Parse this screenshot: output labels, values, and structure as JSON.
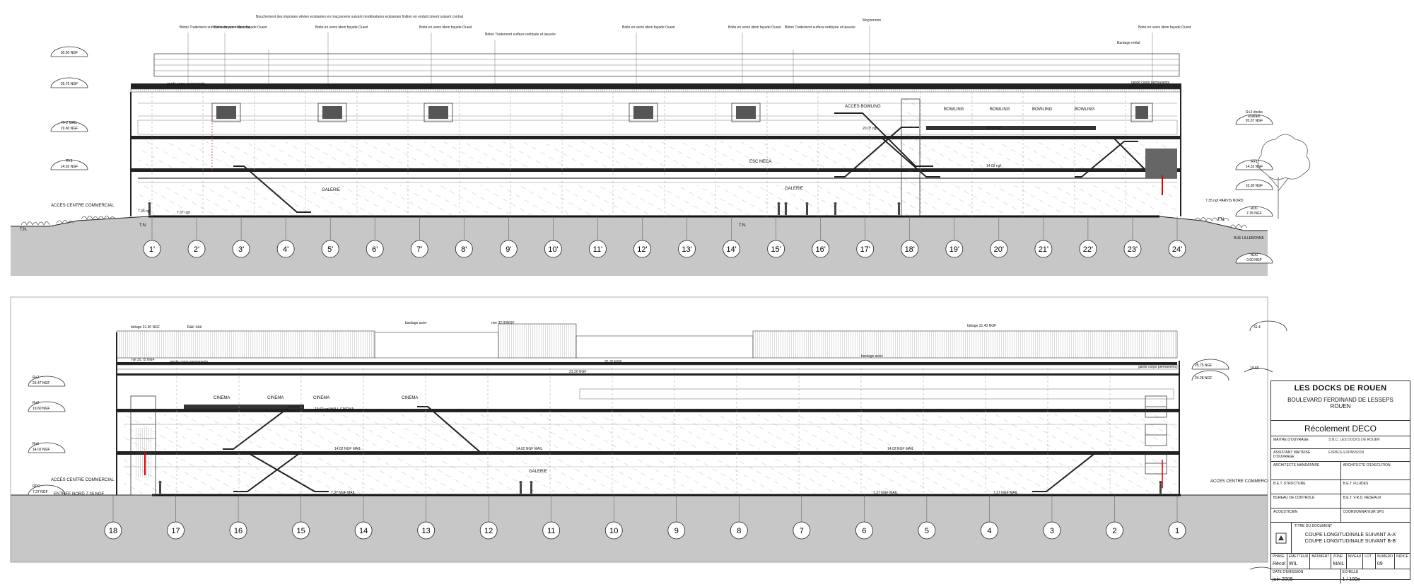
{
  "sectionA": {
    "levels": [
      {
        "label": "30.50 NGF"
      },
      {
        "label": "25.75 NGF"
      },
      {
        "label": "R+2 MAIL",
        "sub": "19.60 NGF"
      },
      {
        "label": "R+1",
        "sub": "14.02 NGF"
      }
    ],
    "right_levels": [
      {
        "label": "R+2 docks",
        "sub": "existant",
        "sub2": "20.07 NGF"
      },
      {
        "label": "R+1",
        "sub": "14.32 NGF"
      },
      {
        "label": "10.30 NGF"
      },
      {
        "label": "RDC",
        "sub": "7.35 NGF"
      },
      {
        "label": "RDC",
        "sub": "0.00 NGF"
      }
    ],
    "top_notes": [
      {
        "text": "Béton Traitement surface nettoyée et lasurée"
      },
      {
        "text": "Boite en verre idem façade Ouest"
      },
      {
        "text": "Bouchement des impostes vitrées existantes en maçonnerie suivant modénatures existantes finition en enduit ciment suivant contrat"
      },
      {
        "text": "Boite en verre idem façade Ouest"
      },
      {
        "text": "Boite en verre idem façade Ouest"
      },
      {
        "text": "Béton Traitement surface nettoyée et lasurée"
      },
      {
        "text": "Boite en verre idem façade Ouest"
      },
      {
        "text": "Boite en verre idem façade Ouest"
      },
      {
        "text": "Béton Traitement surface nettoyée et lasurée"
      },
      {
        "text": "Maçonnerie"
      },
      {
        "text": "Boite en verre idem façade Ouest"
      },
      {
        "text": "Bardage métal"
      }
    ],
    "labels": {
      "acces": "ACCES CENTRE COMMERCIAL",
      "tn_left": "T.N.",
      "tn_mid1": "T.N.",
      "tn_mid2": "T.N.",
      "tn_right": "T.N.",
      "galerie1": "GALERIE",
      "galerie2": "GALERIE",
      "esc_meca": "ESC MECA",
      "bowling_main": "BOWLING",
      "bowling": "BOWLING",
      "acces_bowling": "ACCES BOWLING",
      "level_2007": "20.07 ngf",
      "level_1960": "19.60 ngf",
      "level_1402": "14.02 ngf",
      "parvis": "7.35 ngf PARVIS NORD",
      "rue": "RUE LILLEBONNE",
      "gardecorps": "garde corps permanents",
      "gardecorps2": "garde corps permanents",
      "level_735": "7.35 ngf",
      "level_737": "7.37 ngf"
    },
    "grid": [
      "1'",
      "2'",
      "3'",
      "4'",
      "5'",
      "6'",
      "7'",
      "8'",
      "9'",
      "10'",
      "11'",
      "12'",
      "13'",
      "14'",
      "15'",
      "16'",
      "17'",
      "18'",
      "19'",
      "20'",
      "21'",
      "22'",
      "23'",
      "24'"
    ]
  },
  "sectionB": {
    "levels": [
      {
        "label": "R+2",
        "sub": "23.47 NGF"
      },
      {
        "label": "R+2",
        "sub": "19.60 NGF"
      },
      {
        "label": "R+1",
        "sub": "14.02 NGF"
      },
      {
        "label": "RDC",
        "sub": "7.37 NGF"
      }
    ],
    "right_levels": [
      {
        "label": "31.4"
      },
      {
        "label": "25.75 NGF"
      },
      {
        "label": "24.28 NGF"
      },
      {
        "label": "19.60"
      }
    ],
    "labels": {
      "faitage_l": "faîtage 31.40 NGF",
      "bac_sec": "bac sec",
      "bardage_acier": "bardage acier",
      "rive": "rive 32.00NGF",
      "faitage_r": "faîtage 31.40 NGF",
      "bardage_acier2": "bardage acier",
      "level_2575": "hsf 25.75 NGF",
      "gardecorps": "garde corps permanents",
      "gardecorps2": "garde corps permanents",
      "level_2535": "25.35 NGF",
      "level_2320": "23.20 NGF",
      "cinema": "CINEMA",
      "hall_cinema": "19.60 ngf HALL CINEMA",
      "mail_1402": "14.02 NGF MAIL",
      "mail_1402b": "14.02 NGF MAIL",
      "mail_1402c": "14.02 NGF MAIL",
      "mail_737a": "7.37 NGF MAIL",
      "mail_737b": "7.37 NGF MAIL",
      "mail_737c": "7.37 NGF MAIL",
      "galerie": "GALERIE",
      "acces_left": "ACCES CENTRE COMMERCIAL",
      "entree_nord": "ENTREE NORD 7.35 NGF",
      "acces_right": "ACCES CENTRE COMMERCI"
    },
    "grid": [
      "18",
      "17",
      "16",
      "15",
      "14",
      "13",
      "12",
      "11",
      "10",
      "9",
      "8",
      "7",
      "6",
      "5",
      "4",
      "3",
      "2",
      "1"
    ]
  },
  "title_block": {
    "project": "LES DOCKS DE ROUEN",
    "address": "BOULEVARD FERDINAND DE LESSEPS",
    "city": "ROUEN",
    "phase": "Récolement DECO",
    "maitre_ouvrage_label": "MAITRE D'OUVRAGE",
    "maitre_ouvrage": "S.N.C. LES DOCKS DE ROUEN",
    "assistant_label": "ASSISTANT MAITRISE D'OUVRAGE",
    "assistant": "ESPACE EXPANSION",
    "architecte_label": "ARCHITECTE MANDATAIRE",
    "architecte_exec_label": "ARCHITECTE D'EXECUTION",
    "bet_structure_label": "B.E.T. STRUCTURE",
    "bet_fluides_label": "B.E.T. FLUIDES",
    "bureau_label": "BUREAU DE CONTROLE",
    "bet_vrd_label": "B.E.T. V.R.D. RESEAUX",
    "acoustique_label": "ACOUSTICIEN",
    "coord_label": "COORDONNATEUR SPS",
    "titre_label": "TITRE DU DOCUMENT",
    "titre1": "COUPE LONGITUDINALE SUIVANT A-A'",
    "titre2": "COUPE LONGITUDINALE SUIVANT B-B'",
    "foot": [
      {
        "h": "PHASE",
        "v": "Récol"
      },
      {
        "h": "EMETTEUR",
        "v": "WIL"
      },
      {
        "h": "BATIMENT",
        "v": ""
      },
      {
        "h": "ZONE",
        "v": "MAIL"
      },
      {
        "h": "NIVEAU",
        "v": ""
      },
      {
        "h": "LOT",
        "v": ""
      },
      {
        "h": "NUMERO",
        "v": "09"
      },
      {
        "h": "INDICE",
        "v": ""
      }
    ],
    "date_label": "DATE D'EMISSION",
    "date": "juin 2009",
    "echelle_label": "ECHELLE",
    "echelle": "1 / 100e"
  }
}
